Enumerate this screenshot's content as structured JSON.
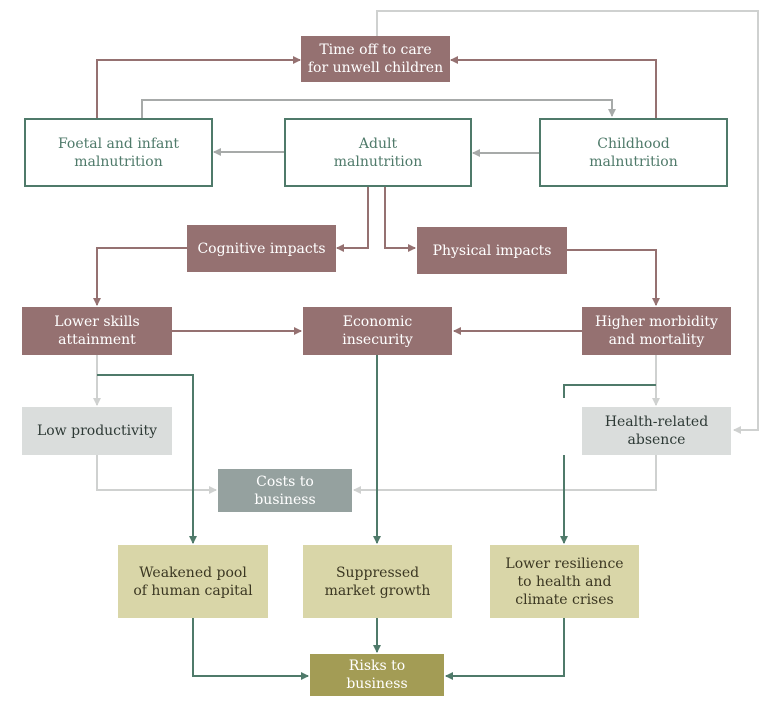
{
  "colors": {
    "rose_line": "#957171",
    "gray_line": "#a7aaa9",
    "light_gray_line": "#cfd1d0",
    "green_line": "#4f7a6a",
    "outline_box": "#4f7a6a",
    "rose_box": "#957171",
    "light_box": "#dadddc",
    "slate_box": "#95a19f",
    "cream_box": "#d9d6a8",
    "olive_box": "#a39c55"
  },
  "nodes": {
    "time_off": "Time off to care\nfor unwell children",
    "foetal": "Foetal and infant\nmalnutrition",
    "adult": "Adult\nmalnutrition",
    "childhood": "Childhood\nmalnutrition",
    "cognitive": "Cognitive impacts",
    "physical": "Physical impacts",
    "lower_skills": "Lower skills\nattainment",
    "economic": "Economic\ninsecurity",
    "morbidity": "Higher morbidity\nand mortality",
    "low_productivity": "Low productivity",
    "health_absence": "Health-related\nabsence",
    "costs": "Costs to business",
    "weakened": "Weakened pool\nof human capital",
    "suppressed": "Suppressed\nmarket growth",
    "resilience": "Lower resilience\nto health and\nclimate crises",
    "risks": "Risks to business"
  }
}
